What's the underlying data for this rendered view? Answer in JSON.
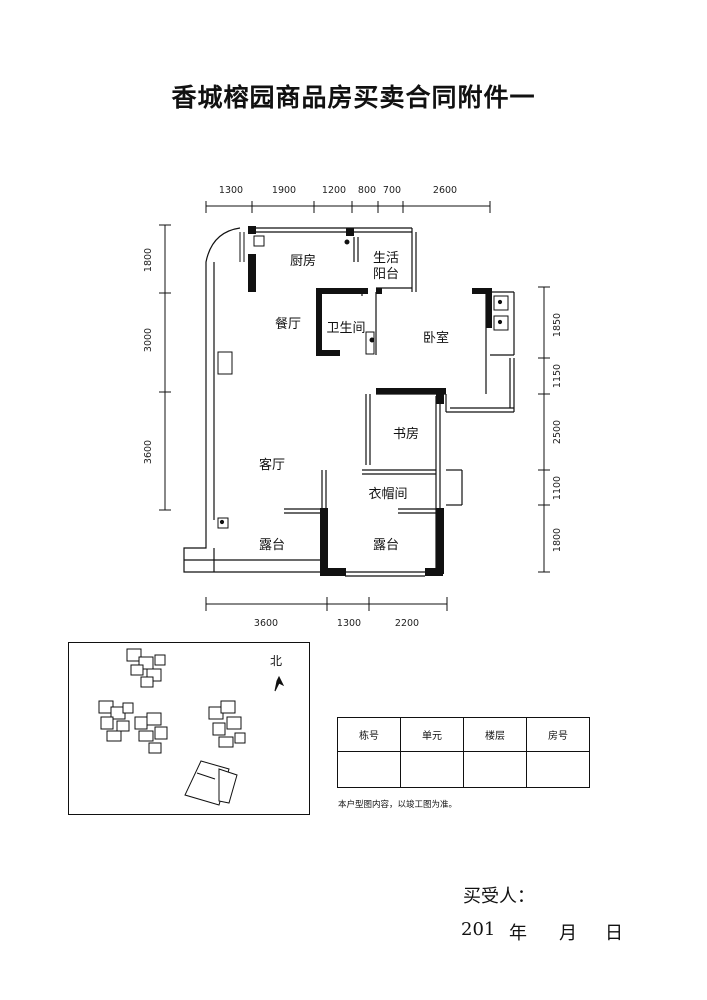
{
  "title": "香城榕园商品房买卖合同附件一",
  "plan": {
    "top_dimensions": [
      "1300",
      "1900",
      "1200",
      "800",
      "700",
      "2600"
    ],
    "left_dimensions": [
      "1800",
      "3000",
      "3600"
    ],
    "right_dimensions": [
      "1850",
      "1150",
      "2500",
      "1100",
      "1800"
    ],
    "bottom_dimensions": [
      "3600",
      "1300",
      "2200"
    ],
    "rooms": {
      "kitchen": "厨房",
      "utility_balcony_1": "生活",
      "utility_balcony_2": "阳台",
      "dining": "餐厅",
      "bathroom": "卫生间",
      "bedroom": "卧室",
      "study": "书房",
      "living": "客厅",
      "closet": "衣帽间",
      "terrace_left": "露台",
      "terrace_right": "露台"
    }
  },
  "site_map": {
    "north_label": "北"
  },
  "info_table": {
    "headers": [
      "栋号",
      "单元",
      "楼层",
      "房号"
    ],
    "values": [
      "",
      "",
      "",
      ""
    ]
  },
  "note": "本户型图内容，以竣工图为准。",
  "signature": {
    "buyer_label": "买受人：",
    "year": "201",
    "year_unit": "年",
    "month_unit": "月",
    "day_unit": "日"
  }
}
